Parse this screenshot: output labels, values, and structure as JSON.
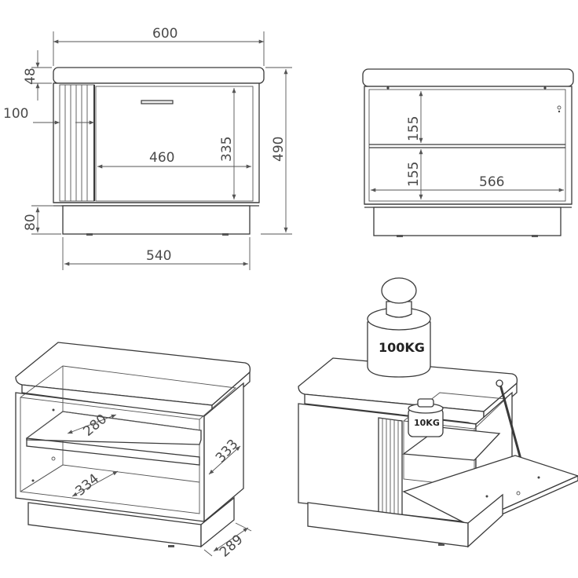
{
  "front_view": {
    "width_top": "600",
    "seat_height": "48",
    "slat_width": "100",
    "door_width": "460",
    "door_height": "335",
    "total_height": "490",
    "base_height": "80",
    "base_width": "540"
  },
  "back_view": {
    "upper_shelf_height": "155",
    "lower_shelf_height": "155",
    "inner_width": "566"
  },
  "iso_view": {
    "shelf_depth": "280",
    "bottom_depth": "334",
    "inner_height": "333",
    "base_depth": "289"
  },
  "load_view": {
    "weight_top": "100KG",
    "weight_inside": "10KG"
  }
}
